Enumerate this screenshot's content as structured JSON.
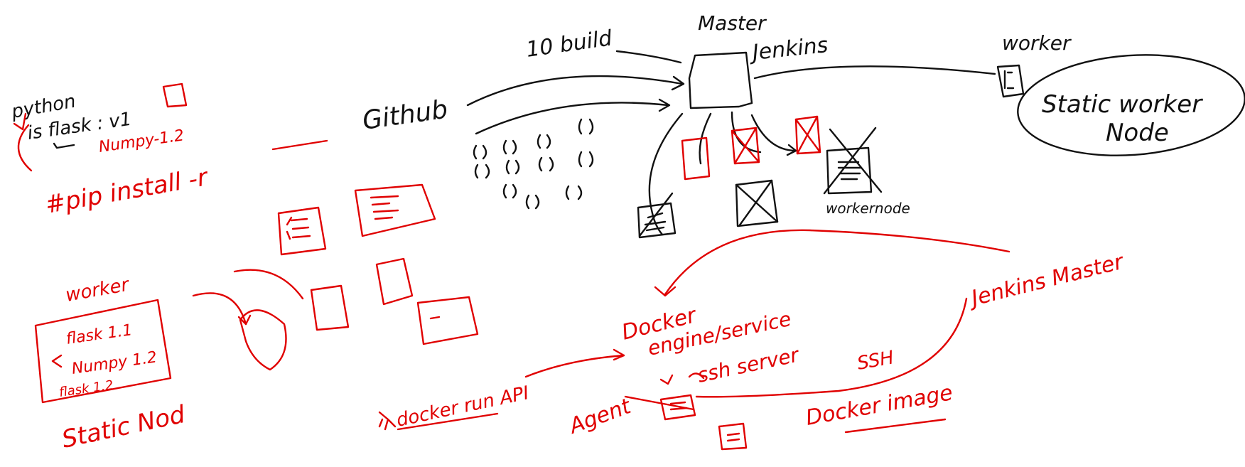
{
  "diagram": {
    "colors": {
      "ink": "#111111",
      "accent": "#e00000",
      "background": "#ffffff"
    },
    "labels": {
      "io_build": "10 build",
      "master": "Master",
      "jenkins": "Jenkins",
      "worker_top": "worker",
      "static_worker_node_1": "Static worker",
      "static_worker_node_2": "Node",
      "python": "python",
      "flask_v": "is flask : v1",
      "numpy": "Numpy-1.2",
      "github": "Github",
      "pip_install": "#pip install -r",
      "worker_node": "workernode",
      "worker_left": "worker",
      "flask_11": "flask 1.1",
      "numpy_12": "Numpy 1.2",
      "flask_12": "flask 1.2",
      "static_node": "Static Nod",
      "docker": "Docker",
      "engine_service": "engine/service",
      "ssh_server": "ssh server",
      "ssh": "SSH",
      "jenkins_master": "Jenkins Master",
      "agent": "Agent",
      "docker_run_api": "docker run API",
      "docker_image": "Docker image"
    }
  }
}
